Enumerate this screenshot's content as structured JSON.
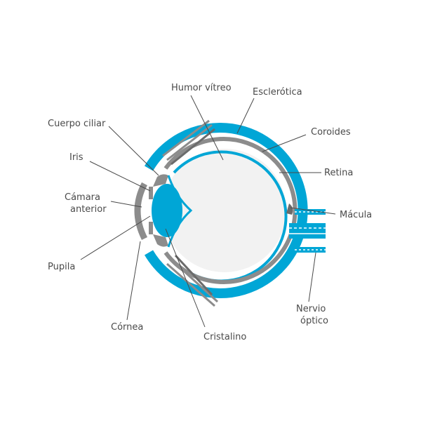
{
  "title": "Anatomía del ojo",
  "colors": {
    "accent": "#00a6d6",
    "structure_gray": "#8c8c8c",
    "dark_gray": "#6b6b6b",
    "vitreous": "#f2f2f2",
    "label_text": "#4a4a4a",
    "background": "#ffffff"
  },
  "labels": {
    "humor_vitreo": "Humor vítreo",
    "esclerotica": "Esclerótica",
    "cuerpo_ciliar": "Cuerpo ciliar",
    "coroides": "Coroides",
    "iris": "Iris",
    "retina": "Retina",
    "camara_line1": "Cámara",
    "camara_line2": "anterior",
    "macula": "Mácula",
    "pupila": "Pupila",
    "nervio_line1": "Nervio",
    "nervio_line2": "óptico",
    "cornea": "Córnea",
    "cristalino": "Cristalino"
  }
}
